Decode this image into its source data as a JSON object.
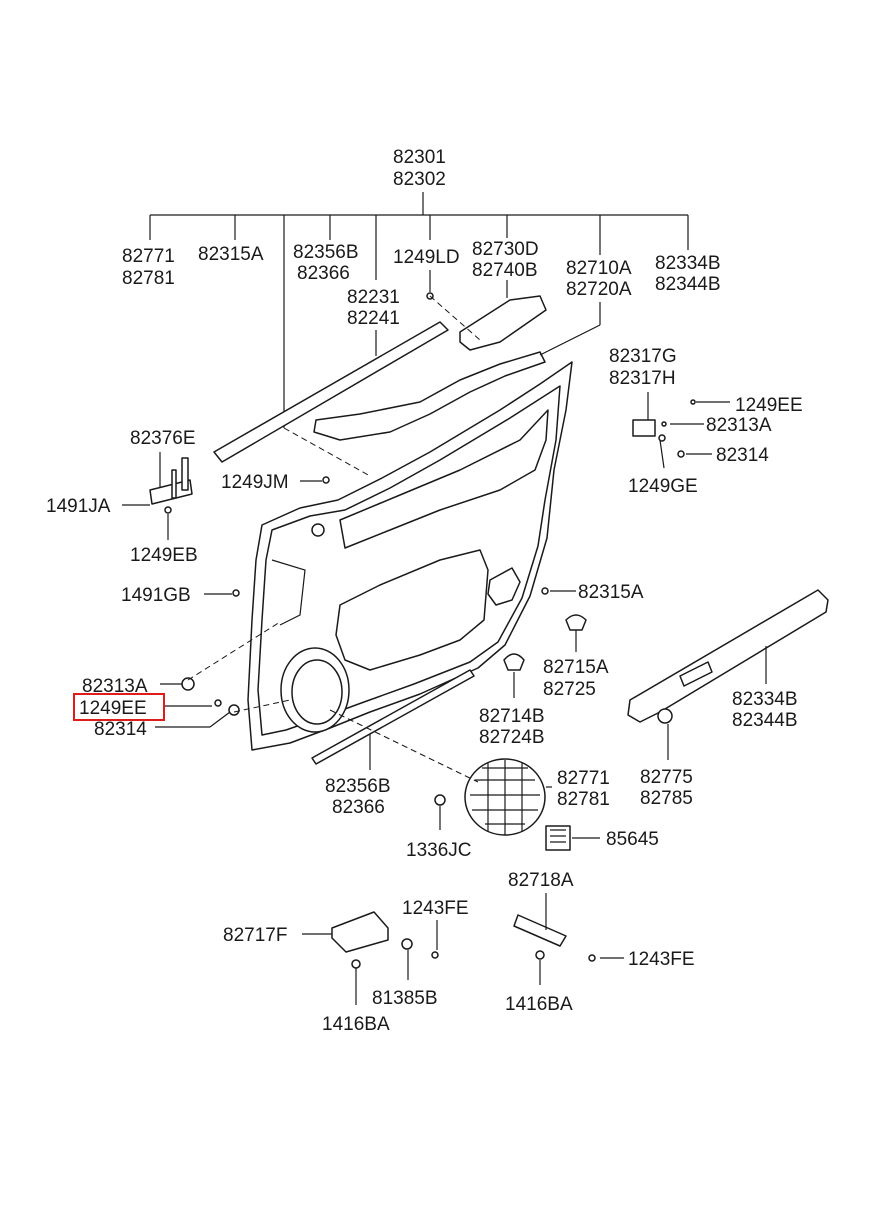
{
  "diagram": {
    "highlight_color": "#e01b1b",
    "highlighted_label": "1249EE",
    "labels": {
      "l82301": "82301",
      "l82302": "82302",
      "l82771a": "82771",
      "l82781a": "82781",
      "l82315a_top": "82315A",
      "l82356b_top": "82356B",
      "l82366_top": "82366",
      "l1249ld": "1249LD",
      "l82730d": "82730D",
      "l82740b": "82740B",
      "l82710a": "82710A",
      "l82720a": "82720A",
      "l82334b_top": "82334B",
      "l82344b_top": "82344B",
      "l82231": "82231",
      "l82241": "82241",
      "l82317g": "82317G",
      "l82317h": "82317H",
      "l1249ee_right": "1249EE",
      "l82313a_right": "82313A",
      "l82314_right": "82314",
      "l1249ge": "1249GE",
      "l82376e": "82376E",
      "l1249jm": "1249JM",
      "l1491ja": "1491JA",
      "l1249eb": "1249EB",
      "l1491gb": "1491GB",
      "l82315a_mid": "82315A",
      "l82715a": "82715A",
      "l82725": "82725",
      "l82313a_left": "82313A",
      "l1249ee_left": "1249EE",
      "l82314_left": "82314",
      "l82714b": "82714B",
      "l82724b": "82724B",
      "l82334b_bot": "82334B",
      "l82344b_bot": "82344B",
      "l82356b_bot": "82356B",
      "l82366_bot": "82366",
      "l82771b": "82771",
      "l82781b": "82781",
      "l82775": "82775",
      "l82785": "82785",
      "l1336jc": "1336JC",
      "l85645": "85645",
      "l82718a": "82718A",
      "l82717f": "82717F",
      "l1243fe_mid": "1243FE",
      "l1243fe_right": "1243FE",
      "l81385b": "81385B",
      "l1416ba_left": "1416BA",
      "l1416ba_right": "1416BA"
    }
  }
}
